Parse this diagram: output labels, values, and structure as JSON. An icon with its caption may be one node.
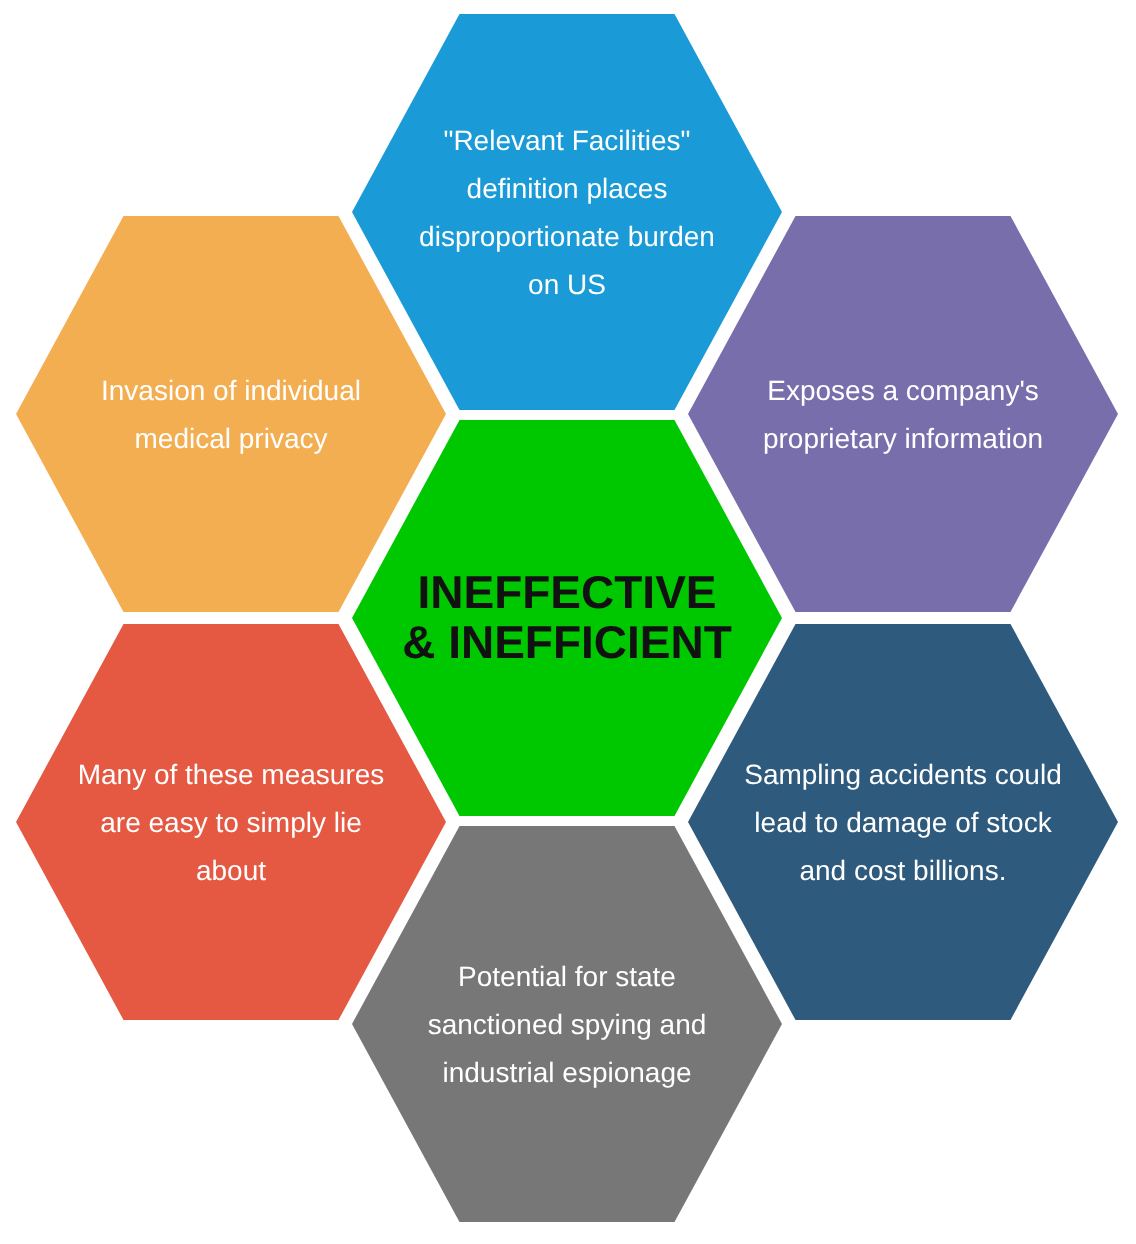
{
  "diagram": {
    "nodes": [
      {
        "text": [
          "\"Relevant Facilities\" definition places disproportionate burden on US"
        ]
      },
      {
        "text": [
          "Invasion of individual medical privacy"
        ]
      },
      {
        "text": [
          "Exposes a company's proprietary information"
        ]
      },
      {
        "text": [
          "INEFFECTIVE & INEFFICIENT"
        ]
      },
      {
        "text": [
          "Many of these measures are easy to simply lie about"
        ]
      },
      {
        "text": [
          "Sampling accidents could lead to damage of stock and cost billions."
        ]
      },
      {
        "text": [
          "Potential for state sanctioned spying and industrial espionage"
        ]
      }
    ]
  }
}
